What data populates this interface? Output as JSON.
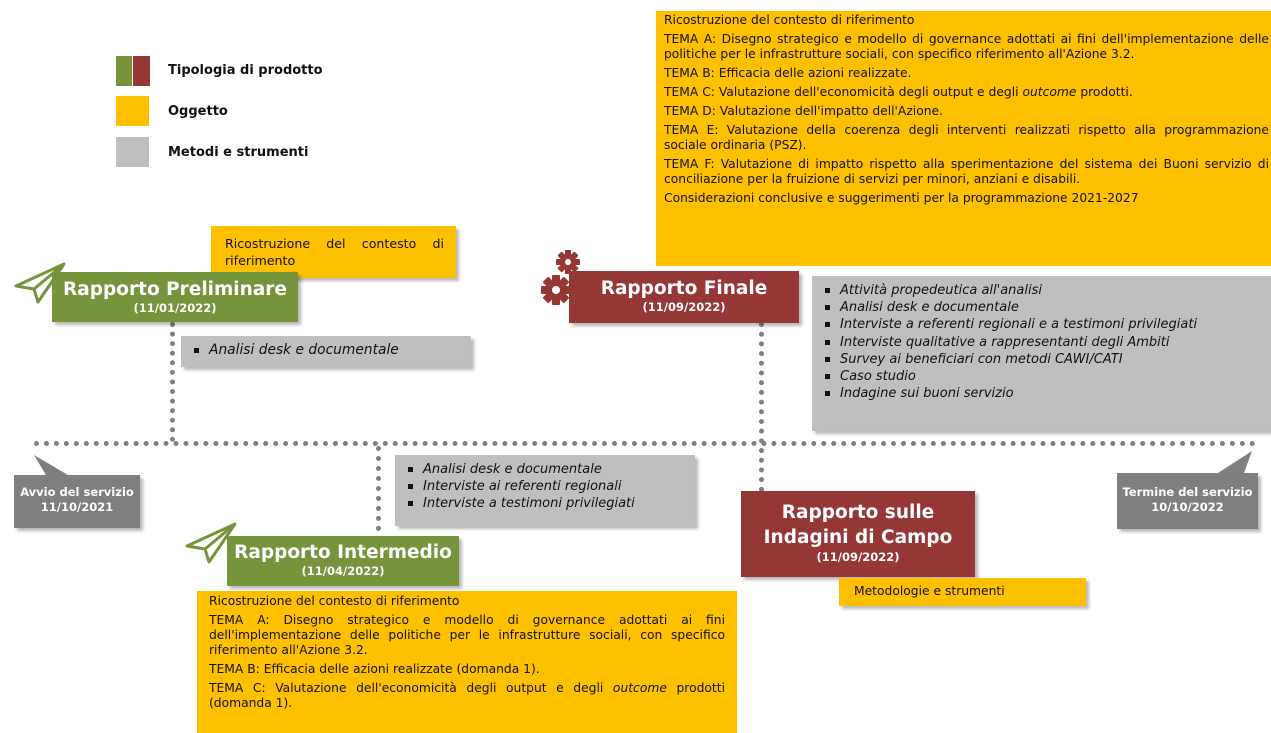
{
  "legend": {
    "items": [
      {
        "label": "Tipologia di prodotto"
      },
      {
        "label": "Oggetto"
      },
      {
        "label": "Metodi e strumenti"
      }
    ]
  },
  "timeline": {
    "start": {
      "label": "Avvio del servizio",
      "date": "11/10/2021"
    },
    "end": {
      "label": "Termine del servizio",
      "date": "10/10/2022"
    }
  },
  "reports": {
    "preliminare": {
      "title": "Rapporto Preliminare",
      "date": "(11/01/2022)",
      "oggetto": [
        "Ricostruzione del contesto di riferimento"
      ],
      "metodi": [
        "Analisi desk e documentale"
      ]
    },
    "intermedio": {
      "title": "Rapporto Intermedio",
      "date": "(11/04/2022)",
      "oggetto": [
        "Ricostruzione del contesto di riferimento",
        "TEMA A: Disegno strategico e modello di governance adottati ai fini dell'implementazione delle politiche per le infrastrutture sociali, con specifico riferimento all'Azione 3.2.",
        "TEMA B: Efficacia delle azioni realizzate (domanda 1).",
        "TEMA C: Valutazione dell'economicità degli output e degli outcome prodotti (domanda 1)."
      ],
      "metodi": [
        "Analisi desk e documentale",
        "Interviste ai referenti regionali",
        "Interviste a testimoni privilegiati"
      ]
    },
    "finale": {
      "title": "Rapporto Finale",
      "date": "(11/09/2022)",
      "oggetto": [
        "Ricostruzione del contesto di riferimento",
        "TEMA A: Disegno strategico e modello di governance adottati ai fini dell'implementazione delle politiche per le infrastrutture sociali, con specifico riferimento all'Azione 3.2.",
        "TEMA B: Efficacia delle azioni realizzate.",
        "TEMA C: Valutazione dell'economicità degli output e degli outcome prodotti.",
        "TEMA D: Valutazione dell'impatto dell'Azione.",
        "TEMA E: Valutazione della coerenza degli interventi realizzati rispetto alla programmazione sociale ordinaria (PSZ).",
        "TEMA F: Valutazione di impatto rispetto alla sperimentazione del sistema dei Buoni servizio di conciliazione per la fruizione di servizi per minori, anziani e disabili.",
        "Considerazioni conclusive e suggerimenti per la programmazione 2021-2027"
      ],
      "metodi": [
        "Attività propedeutica all'analisi",
        "Analisi desk e documentale",
        "Interviste a referenti regionali e a testimoni privilegiati",
        "Interviste qualitative a rappresentanti degli Ambiti",
        "Survey ai beneficiari con metodi  CAWI/CATI",
        "Caso studio",
        "Indagine sui buoni servizio"
      ]
    },
    "indagini": {
      "title_line1": "Rapporto sulle",
      "title_line2": "Indagini di Campo",
      "date": "(11/09/2022)",
      "oggetto": [
        "Metodologie e strumenti"
      ]
    }
  },
  "colors": {
    "green": "#77933C",
    "red": "#953735",
    "gold": "#FFC000",
    "grey": "#BFBFBF",
    "dark_grey": "#7F7F7F"
  },
  "icons": [
    "paper-plane-icon",
    "gears-icon"
  ]
}
